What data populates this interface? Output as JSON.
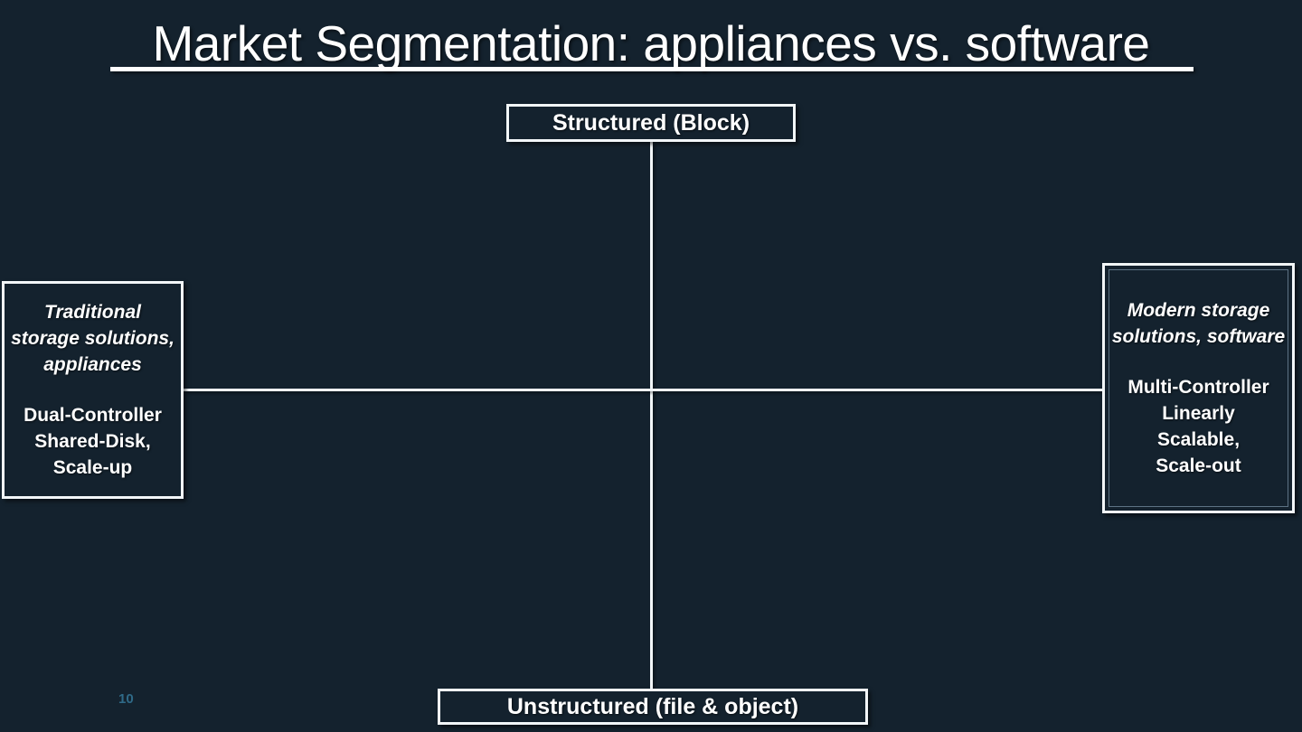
{
  "slide": {
    "title": "Market Segmentation: appliances vs. software",
    "number": "10",
    "background_color": "#14222e",
    "line_color": "#f2f6f8",
    "text_color": "#ffffff",
    "number_color": "#2f6a88"
  },
  "axes": {
    "top_label": "Structured (Block)",
    "bottom_label": "Unstructured (file & object)"
  },
  "quadrants": {
    "left": {
      "heading": "Traditional storage solutions, appliances",
      "body": "Dual-Controller\nShared-Disk,\nScale-up"
    },
    "right": {
      "heading": "Modern storage solutions, software",
      "body": "Multi-Controller\nLinearly\nScalable,\nScale-out"
    }
  }
}
